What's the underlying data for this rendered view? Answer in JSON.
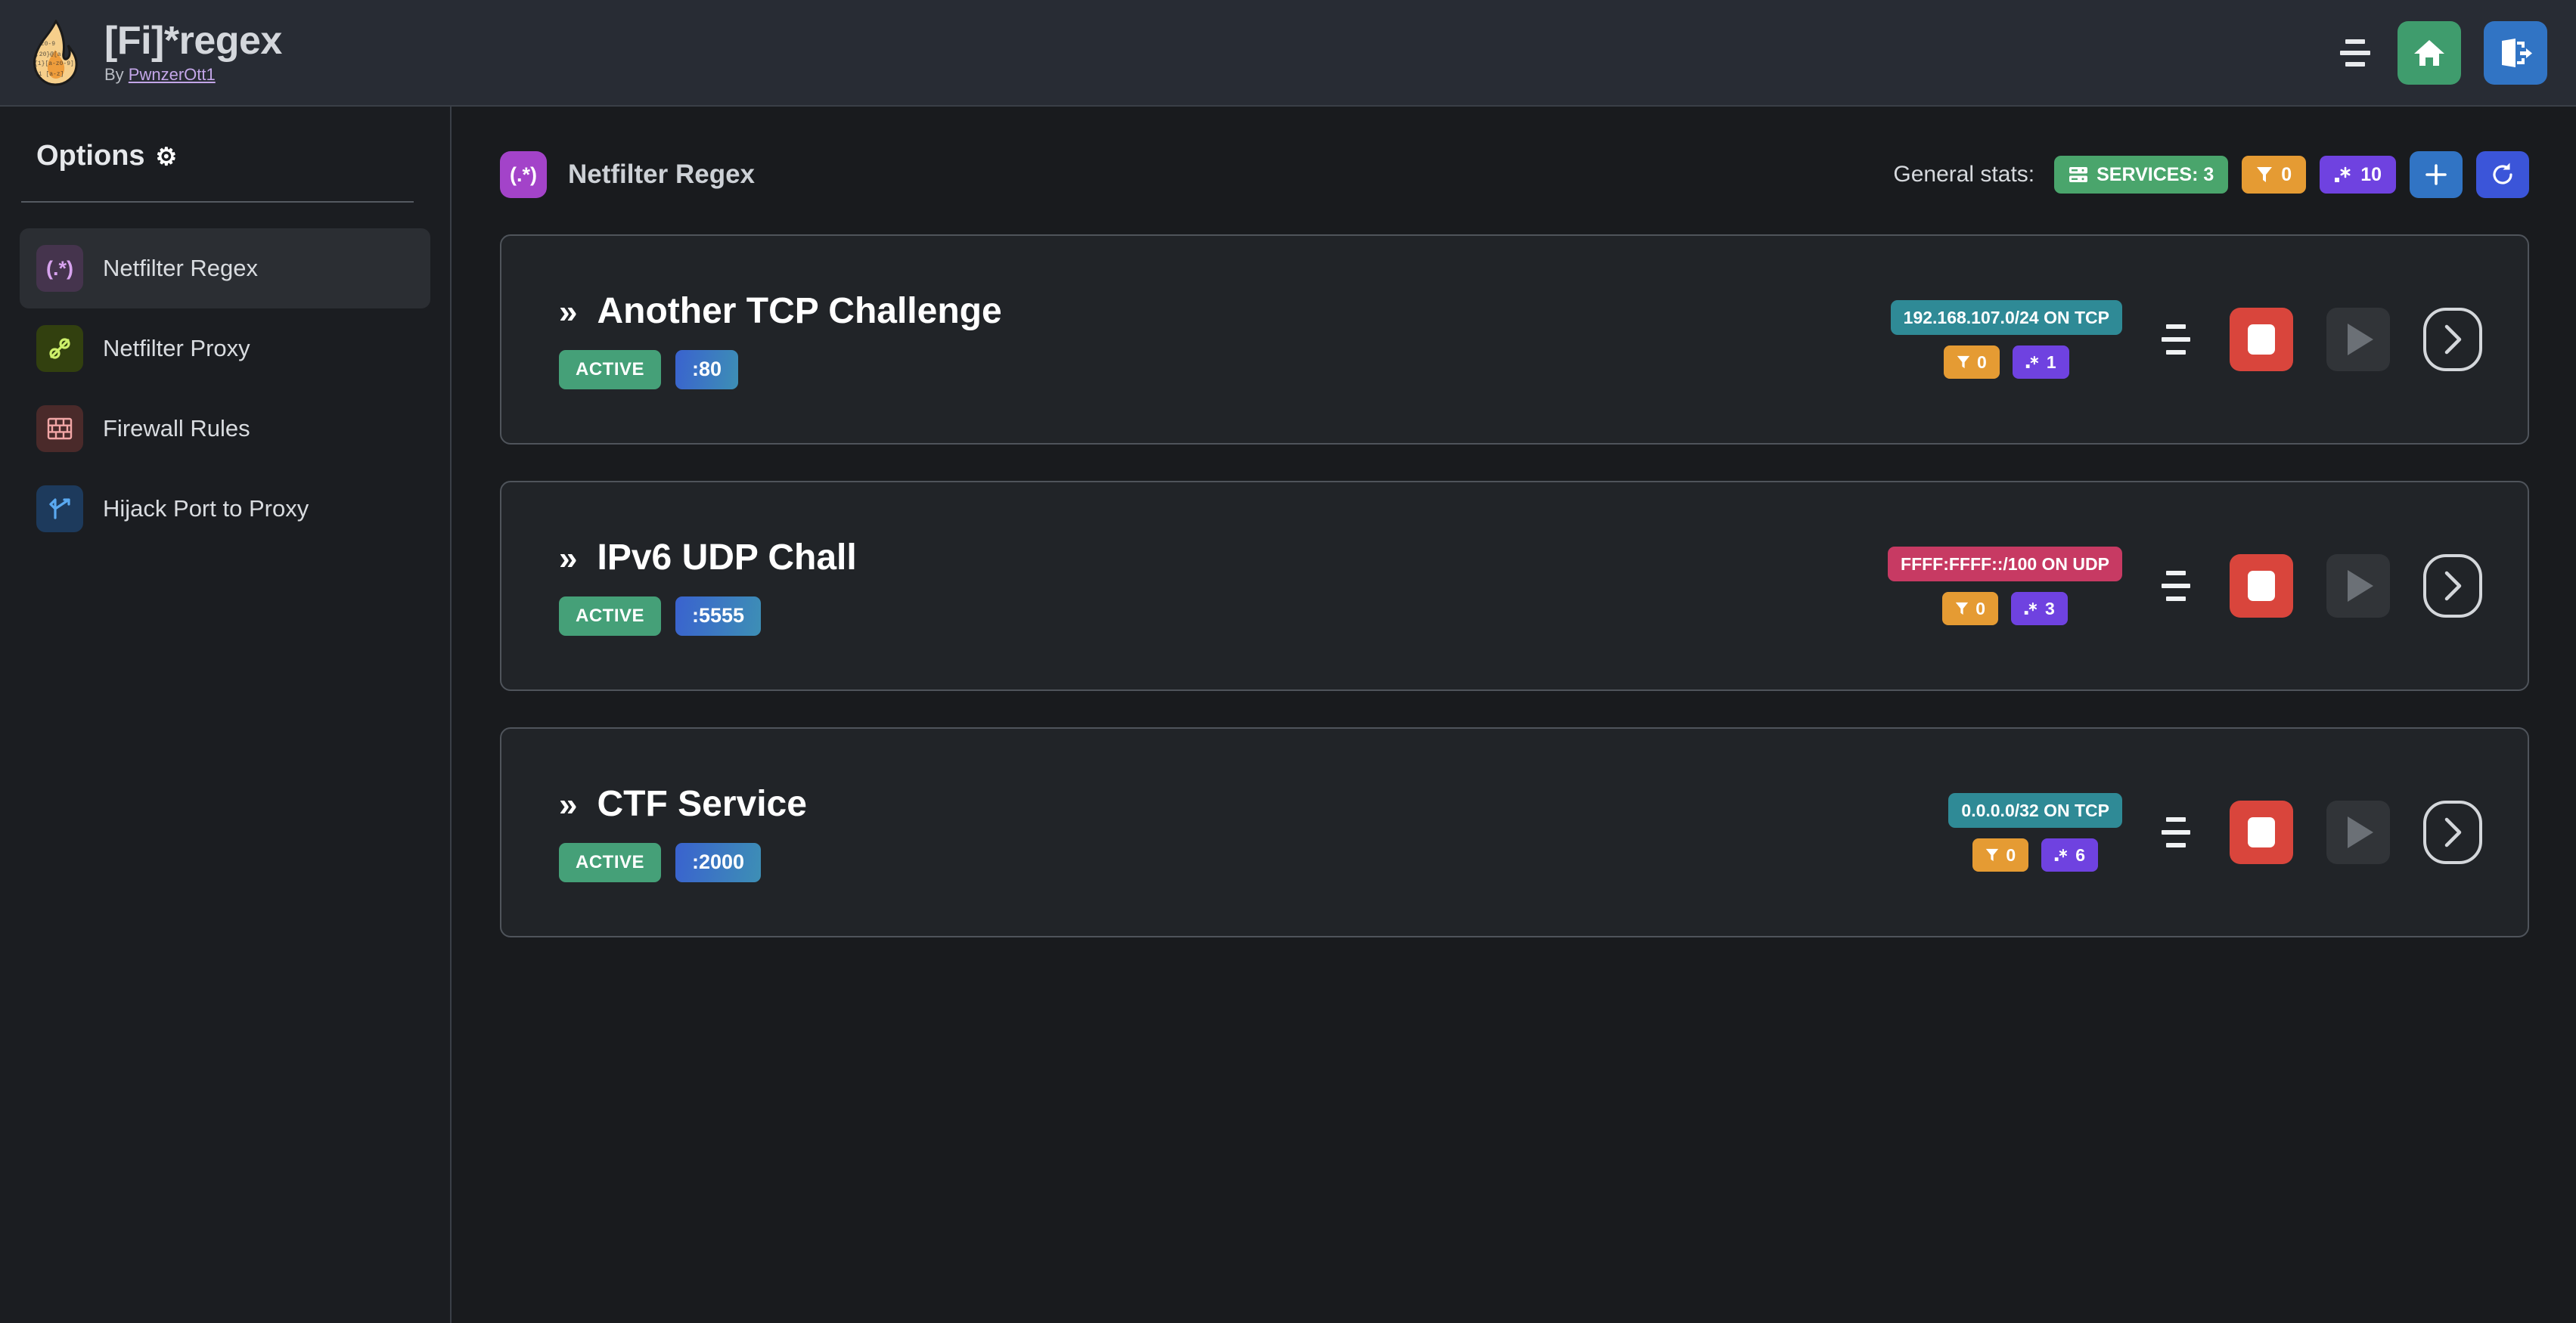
{
  "header": {
    "title": "[Fi]*regex",
    "by_prefix": "By ",
    "author": "PwnzerOtt1",
    "logo_icon": "flame-logo",
    "menu_icon": "menu-lines-icon",
    "home_icon": "home-icon",
    "logout_icon": "logout-icon"
  },
  "sidebar": {
    "heading": "Options",
    "gear_icon": "⚙",
    "items": [
      {
        "label": "Netfilter Regex",
        "icon": "regex-icon",
        "glyph": "(.*)",
        "active": true
      },
      {
        "label": "Netfilter Proxy",
        "icon": "plug-icon",
        "glyph": "",
        "active": false
      },
      {
        "label": "Firewall Rules",
        "icon": "brick-wall-icon",
        "glyph": "",
        "active": false
      },
      {
        "label": "Hijack Port to Proxy",
        "icon": "fork-arrow-icon",
        "glyph": "",
        "active": false
      }
    ]
  },
  "main": {
    "page_icon_glyph": "(.*)",
    "page_title": "Netfilter Regex",
    "stats_label": "General stats:",
    "stats": {
      "services": "SERVICES: 3",
      "services_icon": "server-icon",
      "filters": "0",
      "filters_icon": "filter-icon",
      "regexes": "10",
      "regexes_icon": "regex-dot-star-icon"
    },
    "add_button": "+",
    "refresh_icon": "refresh-icon"
  },
  "services": [
    {
      "name": "Another TCP Challenge",
      "chevron": "»",
      "status": "ACTIVE",
      "port": ":80",
      "network": "192.168.107.0/24 ON TCP",
      "protocol": "TCP",
      "filters": "0",
      "regexes": "1",
      "menu_icon": "menu-lines-icon",
      "stop_icon": "stop-icon",
      "play_icon": "play-icon",
      "details_icon": "chevron-right-icon"
    },
    {
      "name": "IPv6 UDP Chall",
      "chevron": "»",
      "status": "ACTIVE",
      "port": ":5555",
      "network": "FFFF:FFFF::/100 ON UDP",
      "protocol": "UDP",
      "filters": "0",
      "regexes": "3",
      "menu_icon": "menu-lines-icon",
      "stop_icon": "stop-icon",
      "play_icon": "play-icon",
      "details_icon": "chevron-right-icon"
    },
    {
      "name": "CTF Service",
      "chevron": "»",
      "status": "ACTIVE",
      "port": ":2000",
      "network": "0.0.0.0/32 ON TCP",
      "protocol": "TCP",
      "filters": "0",
      "regexes": "6",
      "menu_icon": "menu-lines-icon",
      "stop_icon": "stop-icon",
      "play_icon": "play-icon",
      "details_icon": "chevron-right-icon"
    }
  ],
  "colors": {
    "accent_purple": "#a343c9",
    "status_green": "#45a078",
    "tcp_teal": "#2f8a96",
    "udp_pink": "#c73a63",
    "filter_orange": "#e59b33",
    "regex_violet": "#6f42e0",
    "stop_red": "#d9453c",
    "home_green": "#3f9c6d",
    "logout_blue": "#3174c4"
  }
}
